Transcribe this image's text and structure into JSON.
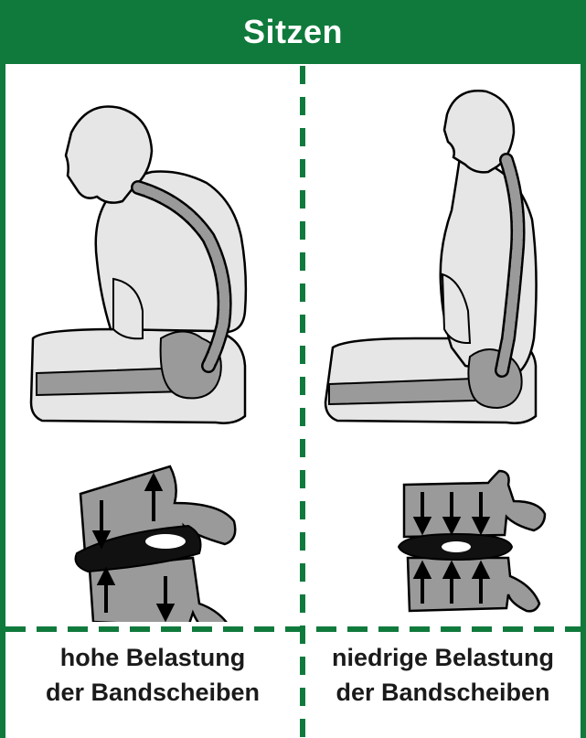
{
  "header": {
    "title": "Sitzen"
  },
  "left": {
    "caption_line1": "hohe Belastung",
    "caption_line2": "der Bandscheiben"
  },
  "right": {
    "caption_line1": "niedrige Belastung",
    "caption_line2": "der Bandscheiben"
  },
  "colors": {
    "green": "#0f7a3c",
    "figure_fill": "#e6e6e6",
    "spine_gray": "#9a9a9a",
    "disc_black": "#111111"
  }
}
